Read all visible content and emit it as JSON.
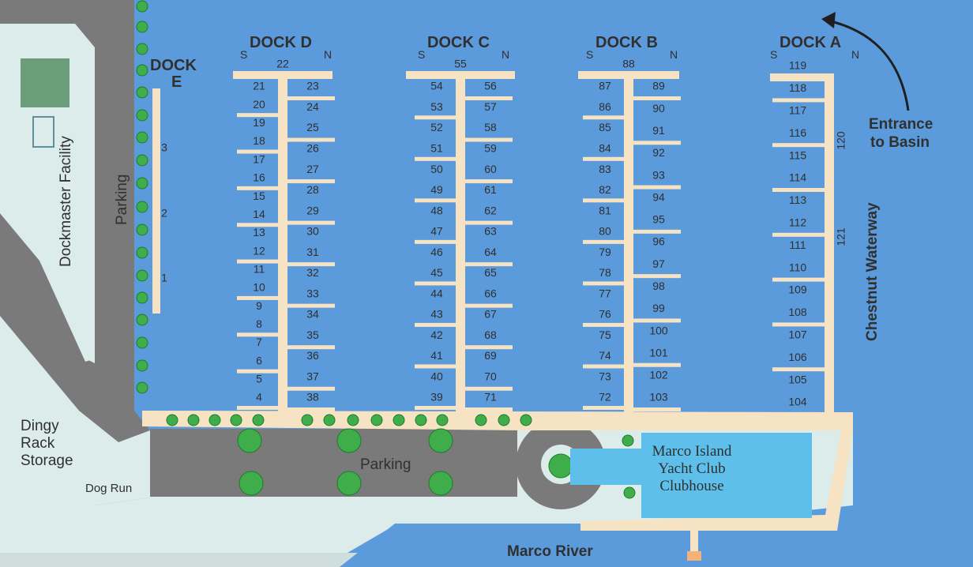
{
  "map": {
    "colors": {
      "water": "#5b9bdc",
      "land": "#dcecea",
      "pier": "#f5e3c4",
      "pavement": "#7a7a7a",
      "building": "#6b9d7a",
      "clubhouse": "#5ec0ea",
      "tree": "#3fae4a",
      "tree_outline": "#1e7a2a"
    },
    "labels": {
      "dockmaster": "Dockmaster Facility",
      "parking_west": "Parking",
      "parking_south": "Parking",
      "dingy": [
        "Dingy",
        "Rack",
        "Storage"
      ],
      "dog_run": "Dog Run",
      "clubhouse": [
        "Marco Island",
        "Yacht Club",
        "Clubhouse"
      ],
      "river": "Marco River",
      "entrance": [
        "Entrance",
        "to Basin"
      ],
      "waterway": "Chestnut Waterway"
    },
    "docks": {
      "e": {
        "name": [
          "DOCK",
          "E"
        ],
        "slips": [
          "3",
          "2",
          "1"
        ]
      },
      "d": {
        "name": "DOCK D",
        "south": "S",
        "north": "N",
        "end_slip": "22",
        "south_slips": [
          "21",
          "20",
          "19",
          "18",
          "17",
          "16",
          "15",
          "14",
          "13",
          "12",
          "11",
          "10",
          "9",
          "8",
          "7",
          "6",
          "5",
          "4"
        ],
        "north_slips": [
          "23",
          "24",
          "25",
          "26",
          "27",
          "28",
          "29",
          "30",
          "31",
          "32",
          "33",
          "34",
          "35",
          "36",
          "37",
          "38"
        ]
      },
      "c": {
        "name": "DOCK C",
        "south": "S",
        "north": "N",
        "end_slip": "55",
        "south_slips": [
          "54",
          "53",
          "52",
          "51",
          "50",
          "49",
          "48",
          "47",
          "46",
          "45",
          "44",
          "43",
          "42",
          "41",
          "40",
          "39"
        ],
        "north_slips": [
          "56",
          "57",
          "58",
          "59",
          "60",
          "61",
          "62",
          "63",
          "64",
          "65",
          "66",
          "67",
          "68",
          "69",
          "70",
          "71"
        ]
      },
      "b": {
        "name": "DOCK B",
        "south": "S",
        "north": "N",
        "end_slip": "88",
        "south_slips": [
          "87",
          "86",
          "85",
          "84",
          "83",
          "82",
          "81",
          "80",
          "79",
          "78",
          "77",
          "76",
          "75",
          "74",
          "73",
          "72"
        ],
        "north_slips": [
          "89",
          "90",
          "91",
          "92",
          "93",
          "94",
          "95",
          "96",
          "97",
          "98",
          "99",
          "100",
          "101",
          "102",
          "103"
        ]
      },
      "a": {
        "name": "DOCK A",
        "south": "S",
        "north": "N",
        "slips": [
          "119",
          "118",
          "117",
          "116",
          "115",
          "114",
          "113",
          "112",
          "111",
          "110",
          "109",
          "108",
          "107",
          "106",
          "105",
          "104"
        ],
        "side_slips": [
          "120",
          "121"
        ]
      }
    }
  }
}
